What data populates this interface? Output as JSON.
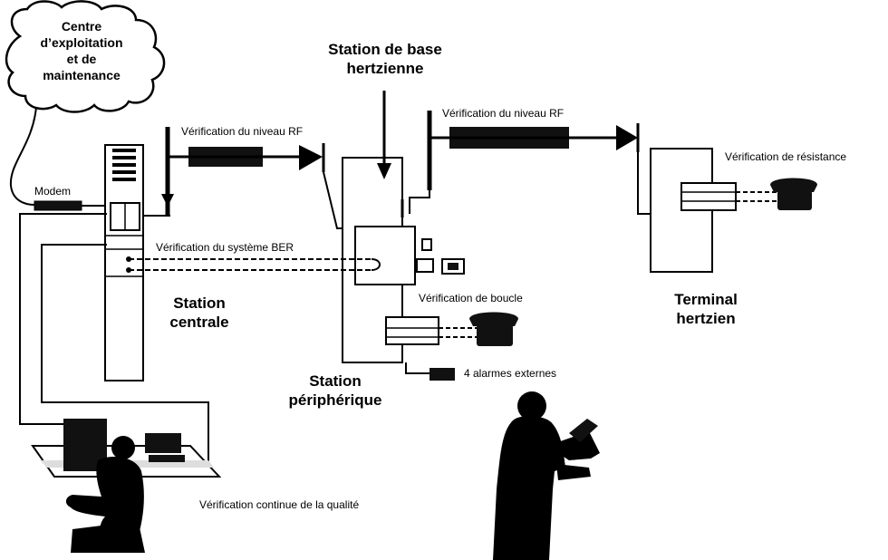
{
  "labels": {
    "cloud_line1": "Centre",
    "cloud_line2": "d’exploitation",
    "cloud_line3": "et de",
    "cloud_line4": "maintenance",
    "modem": "Modem",
    "rf_check_left": "Vérification du niveau RF",
    "rf_check_right": "Vérification du niveau RF",
    "base_station_line1": "Station de base",
    "base_station_line2": "hertzienne",
    "resistance_check": "Vérification de résistance",
    "ber_check": "Vérification du système BER",
    "central_line1": "Station",
    "central_line2": "centrale",
    "loop_check": "Vérification de boucle",
    "terminal_line1": "Terminal",
    "terminal_line2": "hertzien",
    "alarms": "4 alarmes externes",
    "peripheral_line1": "Station",
    "peripheral_line2": "périphérique",
    "quality_check": "Vérification continue de la qualité"
  },
  "colors": {
    "ink": "#000000",
    "paper": "#ffffff",
    "fill_dark": "#111111"
  }
}
